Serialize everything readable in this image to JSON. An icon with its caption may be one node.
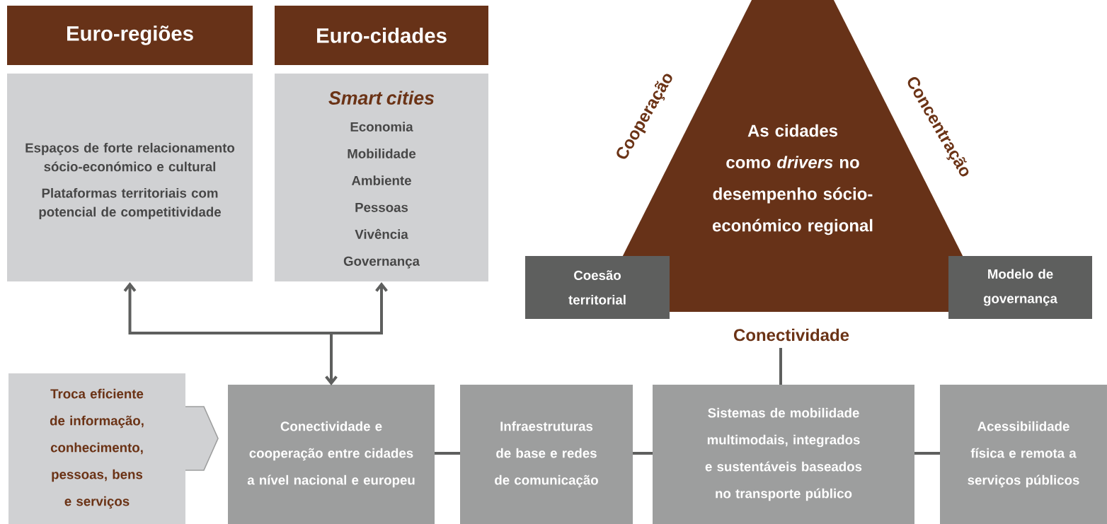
{
  "diagram": {
    "nodes": [
      {
        "text": [
          "Euro-regiões"
        ]
      },
      {
        "text": [
          "Espaços de forte relacionamento sócio-económico e cultural",
          "Plataformas territoriais com potencial de competitividade"
        ]
      },
      {
        "text": [
          "Euro-cidades"
        ]
      },
      {
        "text": [
          "Smart cities",
          "Economia",
          "Mobilidade",
          "Ambiente",
          "Pessoas",
          "Vivência",
          "Governança"
        ]
      },
      {
        "text": [
          "As cidades como *drivers* no desempenho sócio-económico regional"
        ],
        "beside": [
          "Cooperação",
          "Concentração"
        ]
      },
      {
        "text": [
          "Coesão territorial"
        ]
      },
      {
        "text": [
          "Modelo de governança"
        ]
      },
      {
        "text": [
          "Conectividade"
        ]
      },
      {
        "text": [
          "Troca eficiente de informação, conhecimento, pessoas, bens e serviços"
        ]
      },
      {
        "text": [
          "Conectividade e cooperação entre cidades a nível nacional e europeu"
        ]
      },
      {
        "text": [
          "Infraestruturas de base e redes de comunicação"
        ]
      },
      {
        "text": [
          "Sistemas de mobilidade multimodais, integrados e sustentáveis baseados no transporte público"
        ]
      },
      {
        "text": [
          "Acessibilidade física e remota a serviços públicos"
        ]
      }
    ],
    "edges": [
      {
        "from": 9,
        "to": 1,
        "arrow": "both"
      },
      {
        "from": 9,
        "to": 3,
        "arrow": "both"
      },
      {
        "from": 9,
        "to": 10,
        "arrow": "none"
      },
      {
        "from": 10,
        "to": 11,
        "arrow": "none"
      },
      {
        "from": 11,
        "to": 12,
        "arrow": "none"
      },
      {
        "from": 7,
        "to": 11,
        "arrow": "none"
      }
    ]
  }
}
